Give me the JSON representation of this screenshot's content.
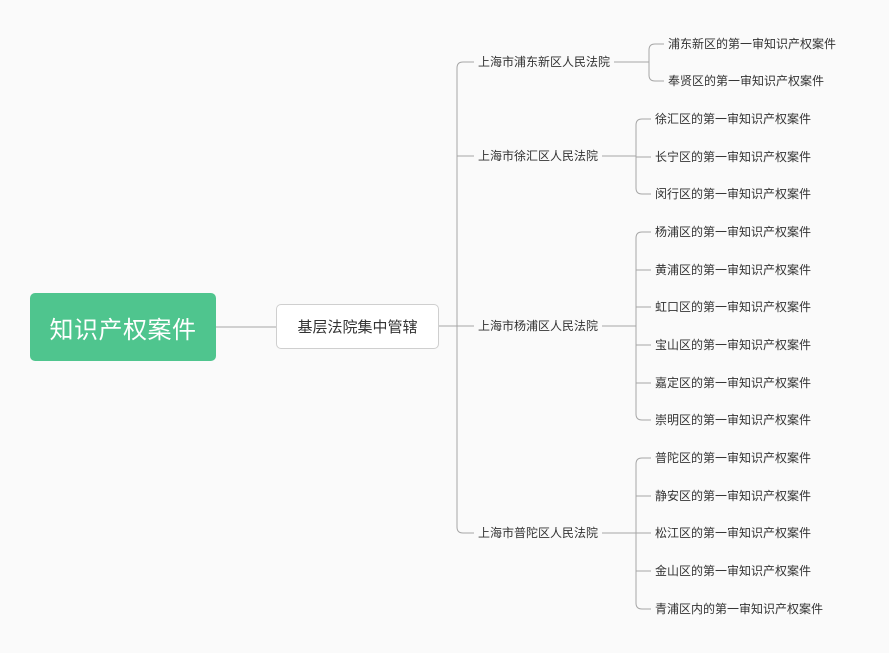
{
  "colors": {
    "root_fill": "#4fc58e",
    "line": "#a6a6a6",
    "hub_border": "#cfcfcf",
    "text": "#333333"
  },
  "root": {
    "label": "知识产权案件"
  },
  "hub": {
    "label": "基层法院集中管辖"
  },
  "courts": [
    {
      "label": "上海市浦东新区人民法院",
      "cases": [
        "浦东新区的第一审知识产权案件",
        "奉贤区的第一审知识产权案件"
      ]
    },
    {
      "label": "上海市徐汇区人民法院",
      "cases": [
        "徐汇区的第一审知识产权案件",
        "长宁区的第一审知识产权案件",
        "闵行区的第一审知识产权案件"
      ]
    },
    {
      "label": "上海市杨浦区人民法院",
      "cases": [
        "杨浦区的第一审知识产权案件",
        "黄浦区的第一审知识产权案件",
        "虹口区的第一审知识产权案件",
        "宝山区的第一审知识产权案件",
        "嘉定区的第一审知识产权案件",
        "崇明区的第一审知识产权案件"
      ]
    },
    {
      "label": "上海市普陀区人民法院",
      "cases": [
        "普陀区的第一审知识产权案件",
        "静安区的第一审知识产权案件",
        "松江区的第一审知识产权案件",
        "金山区的第一审知识产权案件",
        "青浦区内的第一审知识产权案件"
      ]
    }
  ]
}
